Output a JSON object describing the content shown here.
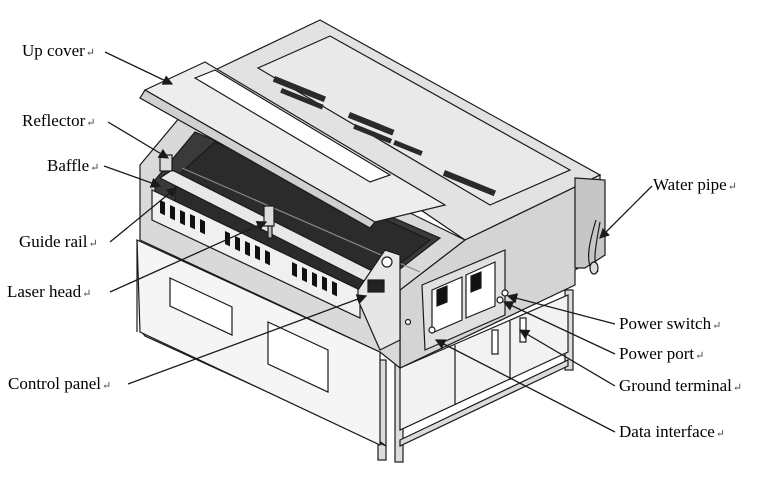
{
  "labels": {
    "up_cover": "Up cover",
    "reflector": "Reflector",
    "baffle": "Baffle",
    "guide_rail": "Guide rail",
    "laser_head": "Laser head",
    "control_panel": "Control panel",
    "water_pipe": "Water pipe",
    "power_switch": "Power switch",
    "power_port": "Power port",
    "ground_terminal": "Ground terminal",
    "data_interface": "Data interface"
  },
  "return_mark": "↵",
  "colors": {
    "line": "#1a1a1a",
    "body_light": "#e4e4e4",
    "body_mid": "#cfcfcf",
    "body_dark": "#b5b5b5",
    "bed": "#2b2b2b",
    "slot": "#111111"
  }
}
